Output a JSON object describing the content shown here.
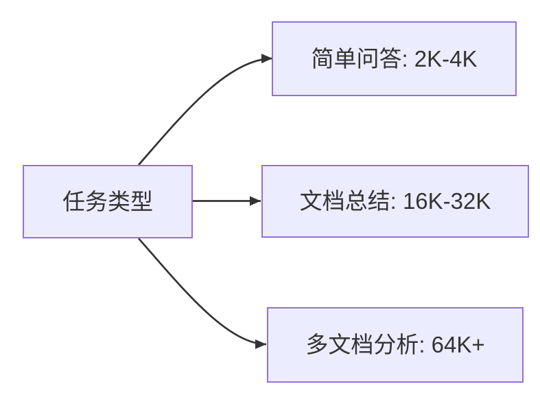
{
  "diagram": {
    "type": "flowchart",
    "direction": "left-to-right",
    "root": {
      "id": "task-type",
      "label": "任务类型"
    },
    "children": [
      {
        "id": "simple-qa",
        "label": "简单问答: 2K-4K"
      },
      {
        "id": "doc-summary",
        "label": "文档总结: 16K-32K"
      },
      {
        "id": "multi-doc-analysis",
        "label": "多文档分析: 64K+"
      }
    ],
    "edges": [
      {
        "from": "任务类型",
        "to": "简单问答: 2K-4K",
        "arrow": "triangle"
      },
      {
        "from": "任务类型",
        "to": "文档总结: 16K-32K",
        "arrow": "triangle"
      },
      {
        "from": "任务类型",
        "to": "多文档分析: 64K+",
        "arrow": "triangle"
      }
    ],
    "colors": {
      "node_fill": "#ECECFF",
      "node_border": "#9370DB",
      "edge_line": "#333333",
      "arrowhead": "#333333",
      "text": "#333333",
      "background": "#FFFFFF"
    }
  }
}
